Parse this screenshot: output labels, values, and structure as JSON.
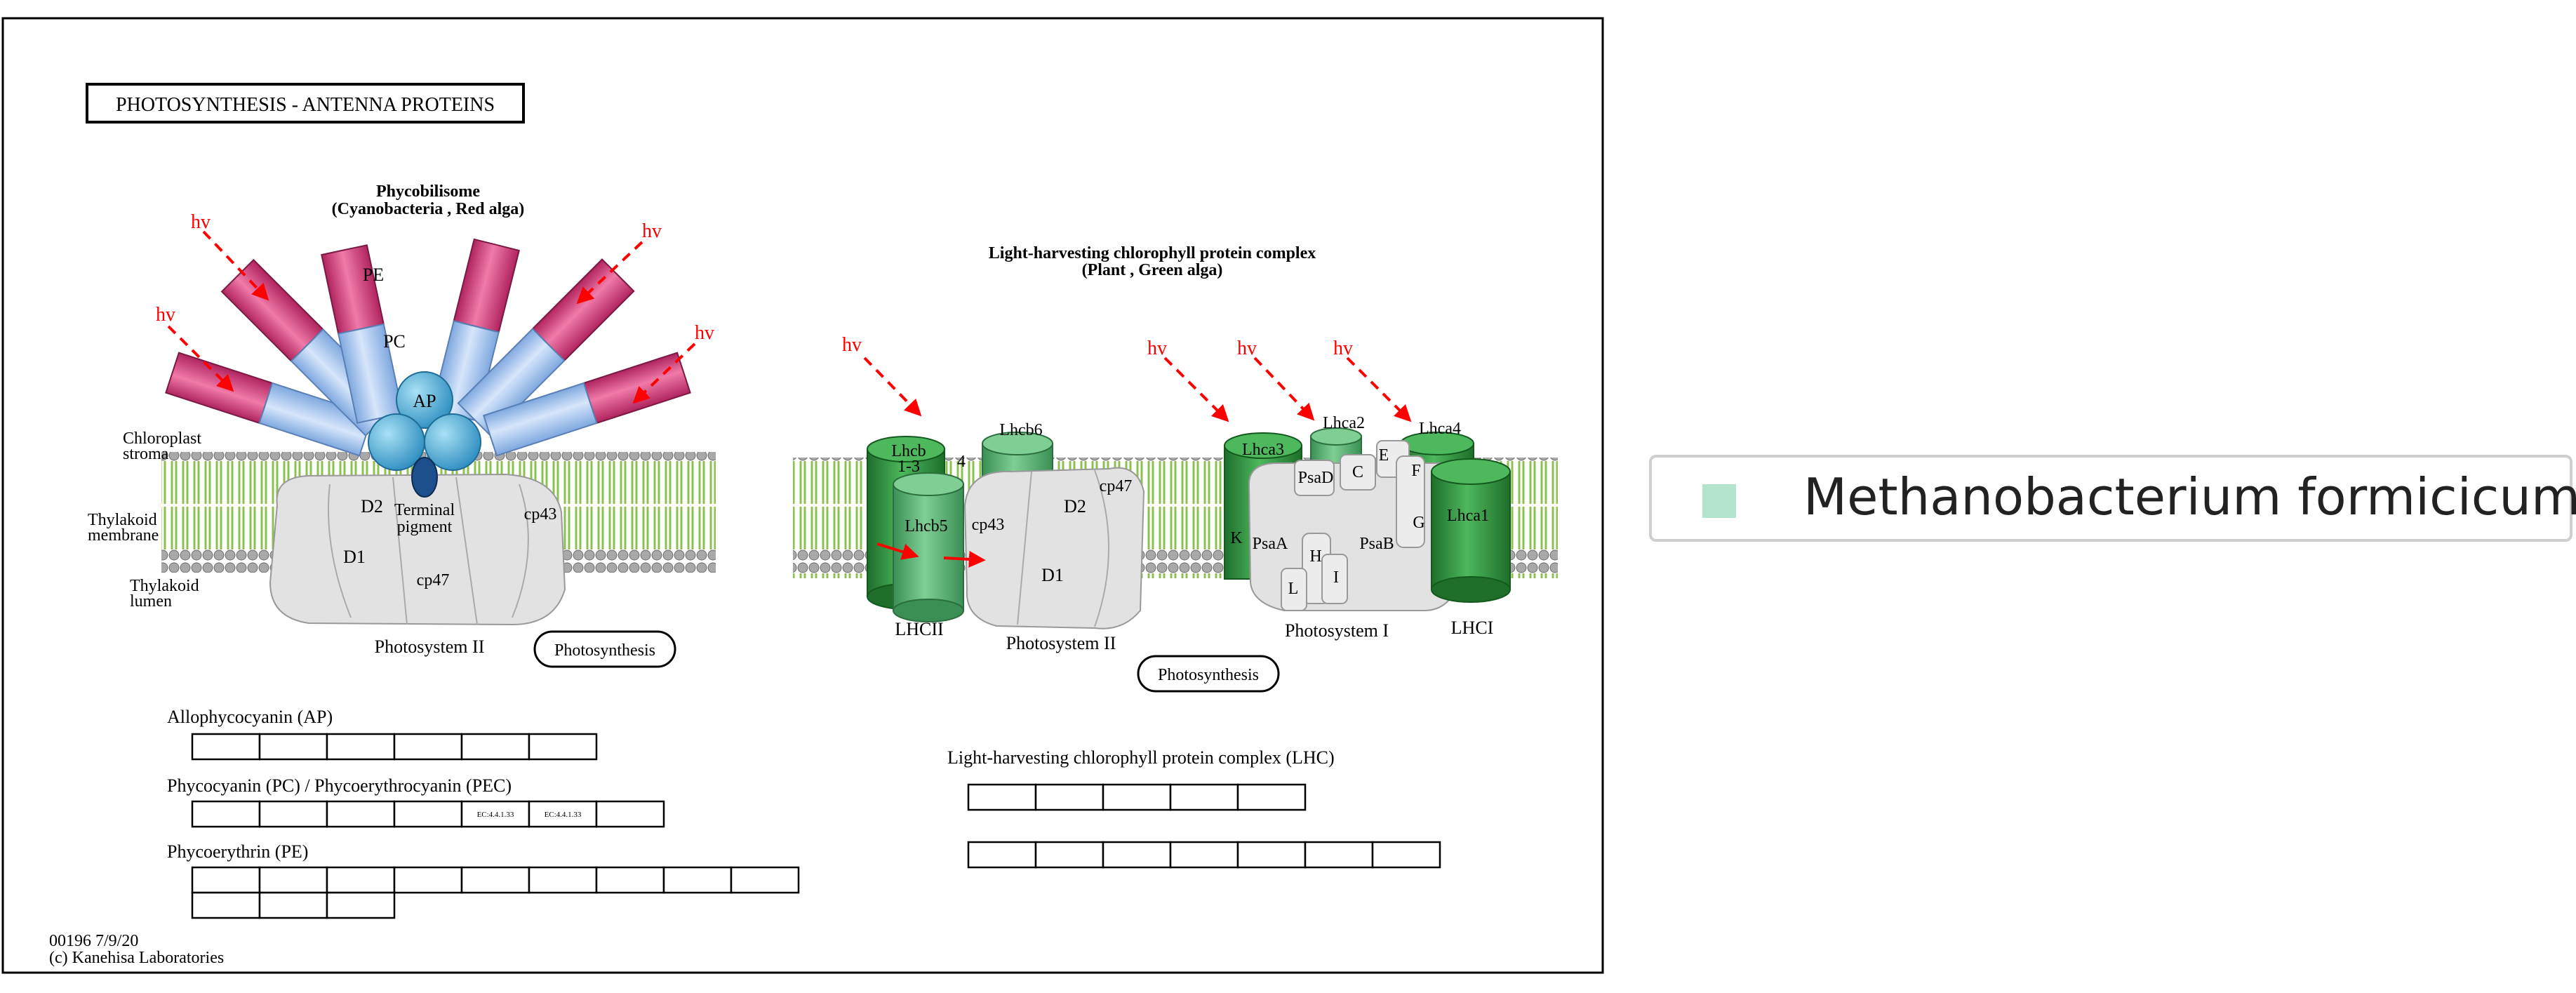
{
  "map": {
    "title": "PHOTOSYNTHESIS - ANTENNA PROTEINS",
    "footer_id": "00196 7/9/20",
    "footer_copyright": "(c) Kanehisa Laboratories",
    "light_label": "hv",
    "phycobilisome": {
      "title": "Phycobilisome",
      "subtitle": "(Cyanobacteria , Red alga)",
      "rod_labels": [
        "PE",
        "PC",
        "AP"
      ],
      "terminal_pigment": [
        "Terminal",
        "pigment"
      ],
      "ps2_subunits": [
        "D2",
        "D1",
        "cp47",
        "cp43"
      ],
      "photosystem_label": "Photosystem II",
      "link_label": "Photosynthesis"
    },
    "membrane_labels": {
      "stroma": [
        "Chloroplast",
        "stroma"
      ],
      "membrane": [
        "Thylakoid",
        "membrane"
      ],
      "lumen": [
        "Thylakoid",
        "lumen"
      ]
    },
    "lhc": {
      "title": "Light-harvesting chlorophyll protein complex",
      "subtitle": "(Plant , Green alga)",
      "lhcb_labels": [
        "Lhcb",
        "1-3",
        "4",
        "Lhcb6",
        "Lhcb5"
      ],
      "lhcii_label": "LHCII",
      "ps2_subunits": [
        "cp43",
        "D2",
        "D1",
        "cp47"
      ],
      "ps2_label": "Photosystem II",
      "lhca_labels": [
        "Lhca3",
        "Lhca2",
        "Lhca4",
        "Lhca1"
      ],
      "ps1_subunits": [
        "PsaD",
        "C",
        "E",
        "F",
        "K",
        "PsaA",
        "H",
        "PsaB",
        "G",
        "L",
        "I"
      ],
      "ps1_label": "Photosystem I",
      "lhci_label": "LHCI",
      "link_label": "Photosynthesis"
    },
    "gene_tables": {
      "ap": {
        "label": "Allophycocyanin (AP)",
        "rows": [
          [
            "",
            "",
            "",
            "",
            "",
            ""
          ]
        ]
      },
      "pc": {
        "label": "Phycocyanin (PC) / Phycoerythrocyanin (PEC)",
        "rows": [
          [
            "",
            "",
            "",
            "",
            "EC:4.4.1.33",
            "EC:4.4.1.33",
            ""
          ]
        ]
      },
      "pe": {
        "label": "Phycoerythrin (PE)",
        "rows": [
          [
            "",
            "",
            "",
            "",
            "",
            "",
            "",
            "",
            ""
          ],
          [
            "",
            "",
            ""
          ]
        ]
      },
      "lhc": {
        "label": "Light-harvesting chlorophyll protein complex (LHC)",
        "rows": [
          [
            "",
            "",
            "",
            "",
            ""
          ],
          [
            "",
            "",
            "",
            "",
            "",
            "",
            ""
          ]
        ]
      }
    }
  },
  "legend": {
    "organism": "Methanobacterium formicicum",
    "swatch_color": "#b3e2cd"
  },
  "colors": {
    "light_arrow": "#ff0000",
    "phycoerythrin": "#d94a84",
    "phycocyanin": "#a9c6ef",
    "allophycocyanin": "#5ab0d8",
    "membrane_green": "#9ccc65",
    "lhc_green": "#2e8b3a",
    "subunit_grey": "#e2e2e2"
  }
}
